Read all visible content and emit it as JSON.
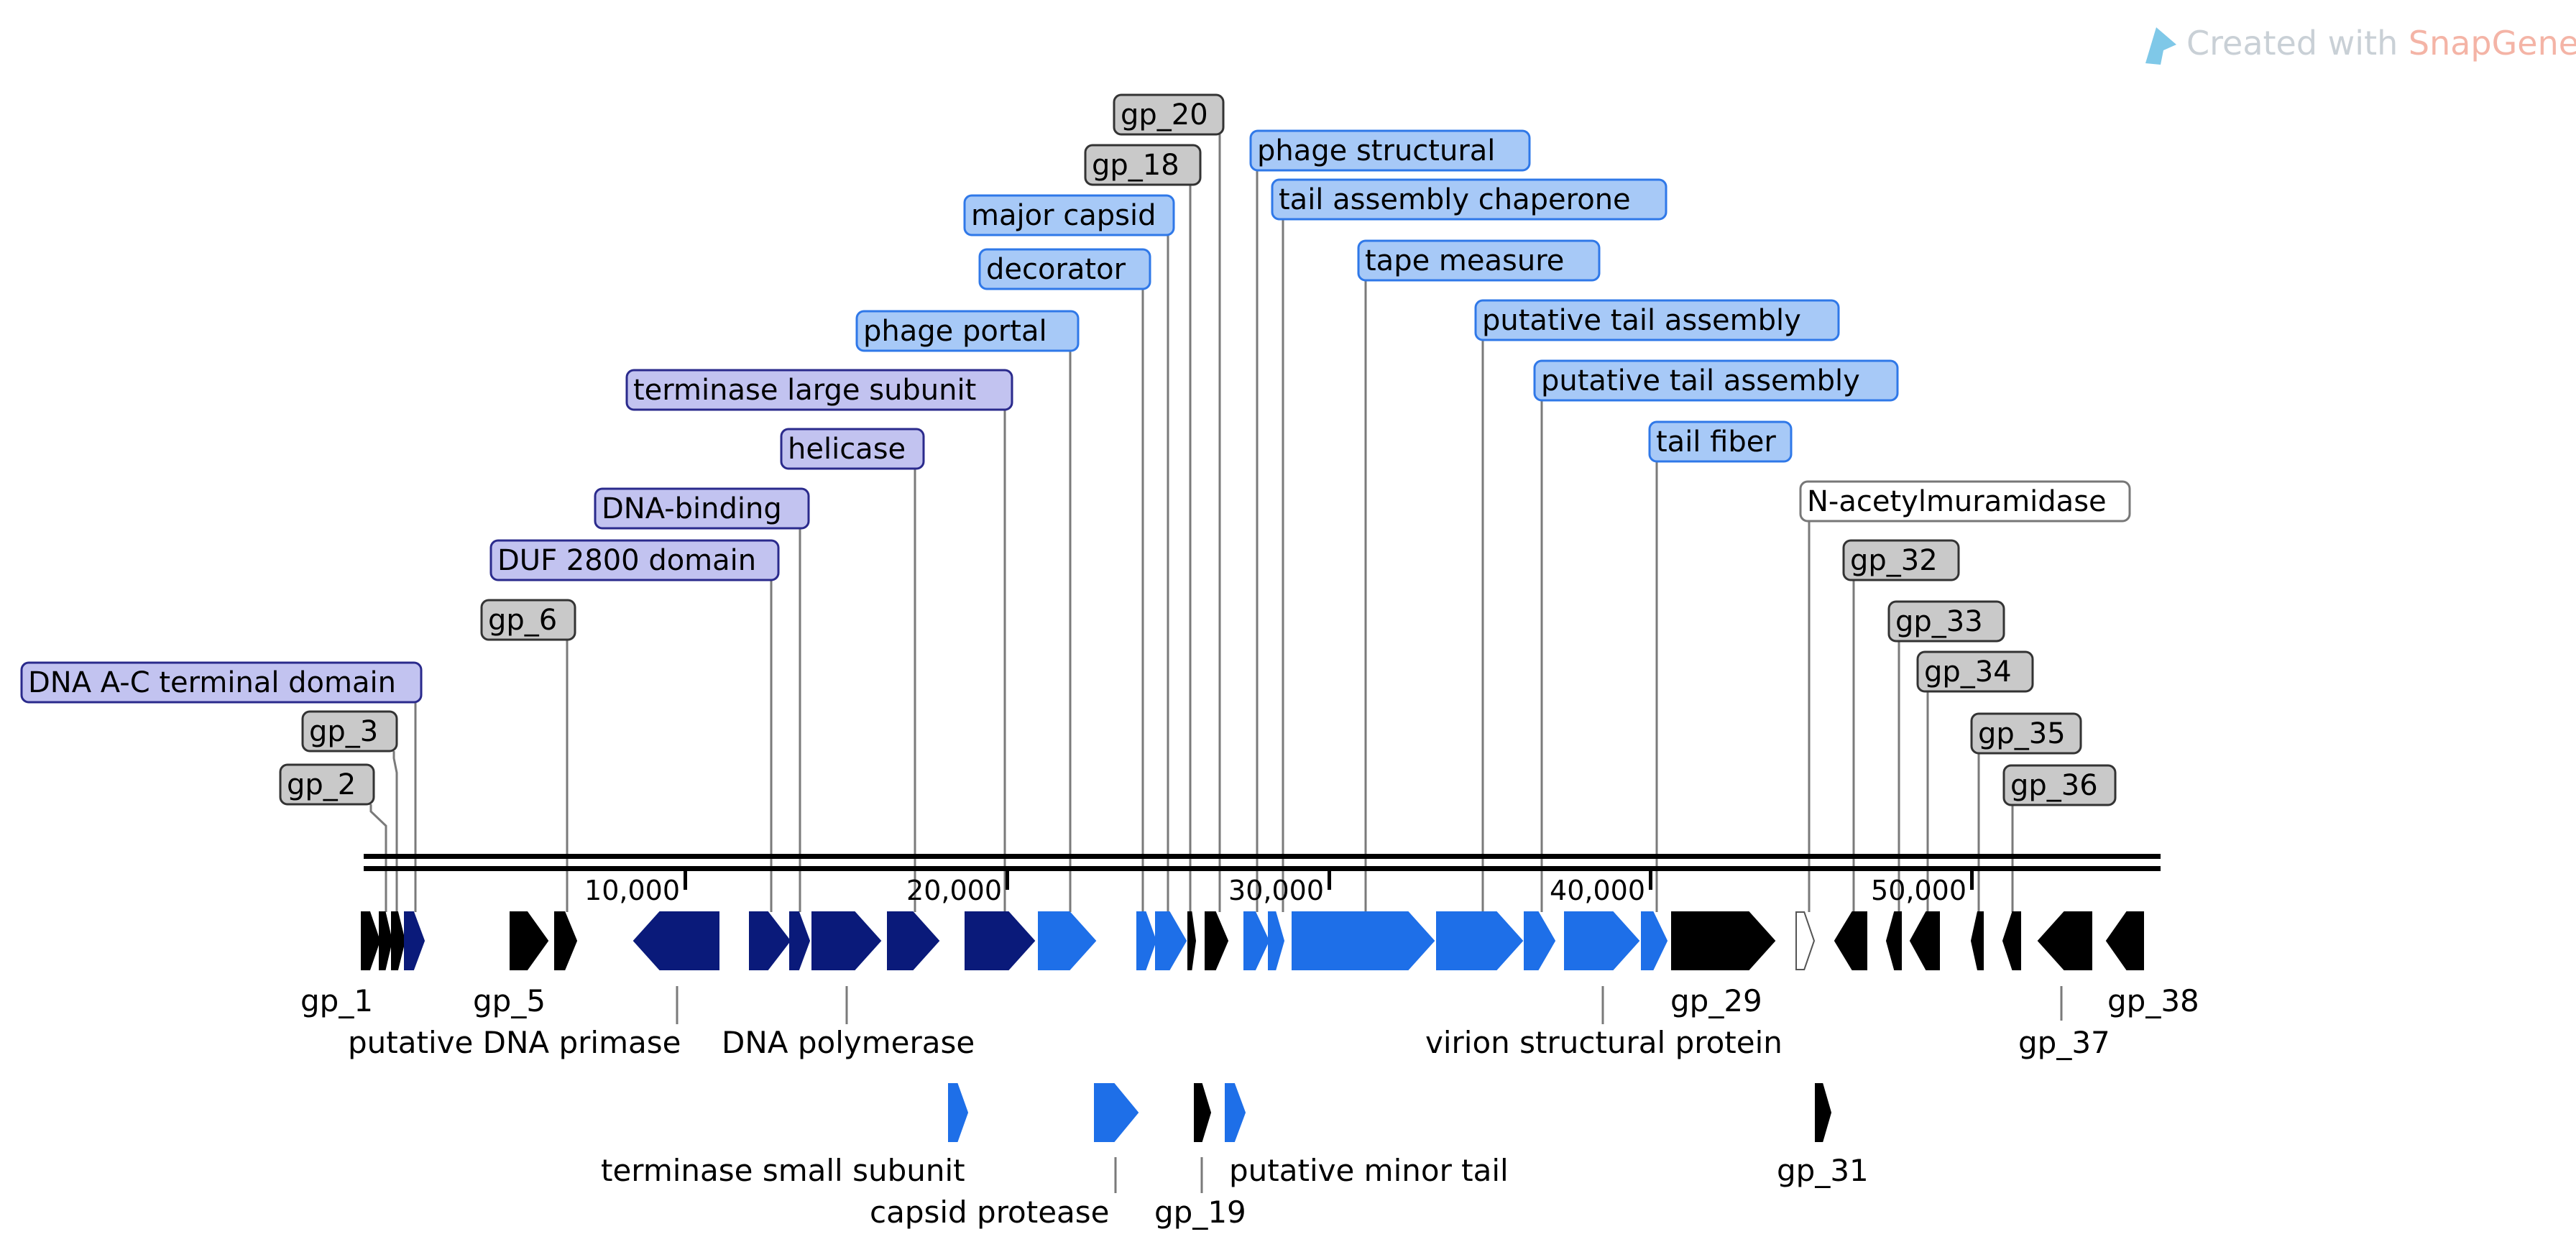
{
  "watermark": {
    "prefix": "Created with ",
    "brand": "SnapGene",
    "suffix": "®",
    "prefix_color": "#c9d0d6",
    "brand_color": "#f4b4a6",
    "icon_color": "#7fc8e8"
  },
  "colors": {
    "backbone": "#000000",
    "tick": "#000000",
    "leader": "#7a7a7a",
    "label_text": "#000000",
    "navy_fill": "#0a1a7a",
    "blue_fill": "#1e6fe8",
    "black_fill": "#000000",
    "white_fill": "#ffffff",
    "lav_box": "#c2c3f0",
    "lav_border": "#2a2a8c",
    "blue_box": "#a7c9f7",
    "blue_border": "#2f78e8",
    "gray_box": "#c9c9c9",
    "gray_border": "#333333",
    "white_box": "#ffffff",
    "white_border": "#777777"
  },
  "axis": {
    "ticks": [
      "10,000",
      "20,000",
      "30,000",
      "40,000",
      "50,000"
    ]
  },
  "features": [
    {
      "id": "f1",
      "fill": "black",
      "dir": 1
    },
    {
      "id": "f2",
      "fill": "black",
      "dir": 1
    },
    {
      "id": "f3",
      "fill": "black",
      "dir": 1
    },
    {
      "id": "f4",
      "fill": "navy",
      "dir": 1
    },
    {
      "id": "f5",
      "fill": "black",
      "dir": 1
    },
    {
      "id": "f6",
      "fill": "black",
      "dir": 1
    },
    {
      "id": "f7",
      "fill": "navy",
      "dir": -1
    },
    {
      "id": "f8",
      "fill": "navy",
      "dir": 1
    },
    {
      "id": "f9",
      "fill": "navy",
      "dir": 1
    },
    {
      "id": "f10",
      "fill": "navy",
      "dir": 1
    },
    {
      "id": "f11",
      "fill": "navy",
      "dir": 1
    },
    {
      "id": "f12",
      "fill": "navy",
      "dir": 1
    },
    {
      "id": "f13",
      "fill": "blue",
      "dir": 1
    },
    {
      "id": "f14",
      "fill": "blue",
      "dir": 1
    },
    {
      "id": "f15",
      "fill": "blue",
      "dir": 1
    },
    {
      "id": "f16",
      "fill": "black",
      "dir": 1
    },
    {
      "id": "f17",
      "fill": "black",
      "dir": 1
    },
    {
      "id": "f18",
      "fill": "blue",
      "dir": 1
    },
    {
      "id": "f19",
      "fill": "blue",
      "dir": 1
    },
    {
      "id": "f20",
      "fill": "blue",
      "dir": 1
    },
    {
      "id": "f21",
      "fill": "blue",
      "dir": 1
    },
    {
      "id": "f22",
      "fill": "blue",
      "dir": 1
    },
    {
      "id": "f23",
      "fill": "blue",
      "dir": 1
    },
    {
      "id": "f24",
      "fill": "blue",
      "dir": 1
    },
    {
      "id": "f25",
      "fill": "black",
      "dir": 1
    },
    {
      "id": "f26",
      "fill": "white",
      "dir": 1
    },
    {
      "id": "f27",
      "fill": "black",
      "dir": -1
    },
    {
      "id": "f28",
      "fill": "black",
      "dir": -1
    },
    {
      "id": "f29",
      "fill": "black",
      "dir": -1
    },
    {
      "id": "f30",
      "fill": "black",
      "dir": -1
    },
    {
      "id": "f31",
      "fill": "black",
      "dir": -1
    },
    {
      "id": "f32",
      "fill": "black",
      "dir": -1
    },
    {
      "id": "f33",
      "fill": "black",
      "dir": -1
    },
    {
      "id": "r1",
      "fill": "blue",
      "dir": 1
    },
    {
      "id": "r2",
      "fill": "blue",
      "dir": 1
    },
    {
      "id": "r3",
      "fill": "black",
      "dir": 1
    },
    {
      "id": "r4",
      "fill": "blue",
      "dir": 1
    },
    {
      "id": "r5",
      "fill": "black",
      "dir": 1
    }
  ],
  "boxed_labels": [
    {
      "text": "gp_20",
      "style": "gray"
    },
    {
      "text": "gp_18",
      "style": "gray"
    },
    {
      "text": "phage structural",
      "style": "blue"
    },
    {
      "text": "major capsid",
      "style": "blue"
    },
    {
      "text": "tail assembly chaperone",
      "style": "blue"
    },
    {
      "text": "decorator",
      "style": "blue"
    },
    {
      "text": "tape measure",
      "style": "blue"
    },
    {
      "text": "phage portal",
      "style": "blue"
    },
    {
      "text": "putative tail assembly",
      "style": "blue"
    },
    {
      "text": "terminase large subunit",
      "style": "lav"
    },
    {
      "text": "putative tail assembly",
      "style": "blue"
    },
    {
      "text": "helicase",
      "style": "lav"
    },
    {
      "text": "tail fiber",
      "style": "blue"
    },
    {
      "text": "N-acetylmuramidase",
      "style": "white"
    },
    {
      "text": "DNA-binding",
      "style": "lav"
    },
    {
      "text": "DUF 2800 domain",
      "style": "lav"
    },
    {
      "text": "gp_32",
      "style": "gray"
    },
    {
      "text": "gp_6",
      "style": "gray"
    },
    {
      "text": "gp_33",
      "style": "gray"
    },
    {
      "text": "gp_34",
      "style": "gray"
    },
    {
      "text": "DNA A-C terminal domain",
      "style": "lav"
    },
    {
      "text": "gp_3",
      "style": "gray"
    },
    {
      "text": "gp_35",
      "style": "gray"
    },
    {
      "text": "gp_2",
      "style": "gray"
    },
    {
      "text": "gp_36",
      "style": "gray"
    }
  ],
  "plain_labels": [
    {
      "text": "gp_1"
    },
    {
      "text": "gp_5"
    },
    {
      "text": "putative DNA primase"
    },
    {
      "text": "DNA polymerase"
    },
    {
      "text": "gp_29"
    },
    {
      "text": "virion structural protein"
    },
    {
      "text": "gp_38"
    },
    {
      "text": "gp_37"
    },
    {
      "text": "terminase small subunit"
    },
    {
      "text": "capsid protease"
    },
    {
      "text": "gp_19"
    },
    {
      "text": "putative minor tail"
    },
    {
      "text": "gp_31"
    }
  ]
}
